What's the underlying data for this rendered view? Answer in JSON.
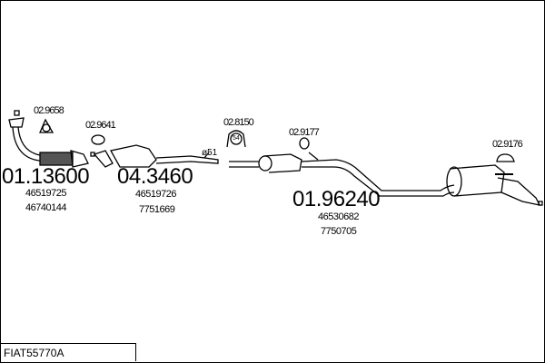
{
  "diagram_code": "FIAT55770A",
  "parts": [
    {
      "number": "01.13600",
      "oem": [
        "46519725",
        "46740144"
      ]
    },
    {
      "number": "04.3460",
      "oem": [
        "46519726",
        "7751669"
      ]
    },
    {
      "number": "01.96240",
      "oem": [
        "46530682",
        "7750705"
      ]
    }
  ],
  "accessories": [
    "02.9658",
    "02.9641",
    "02.8150",
    "02.9177",
    "02.9176"
  ],
  "pipe_diameter": "ø51",
  "clamp_size": "54"
}
